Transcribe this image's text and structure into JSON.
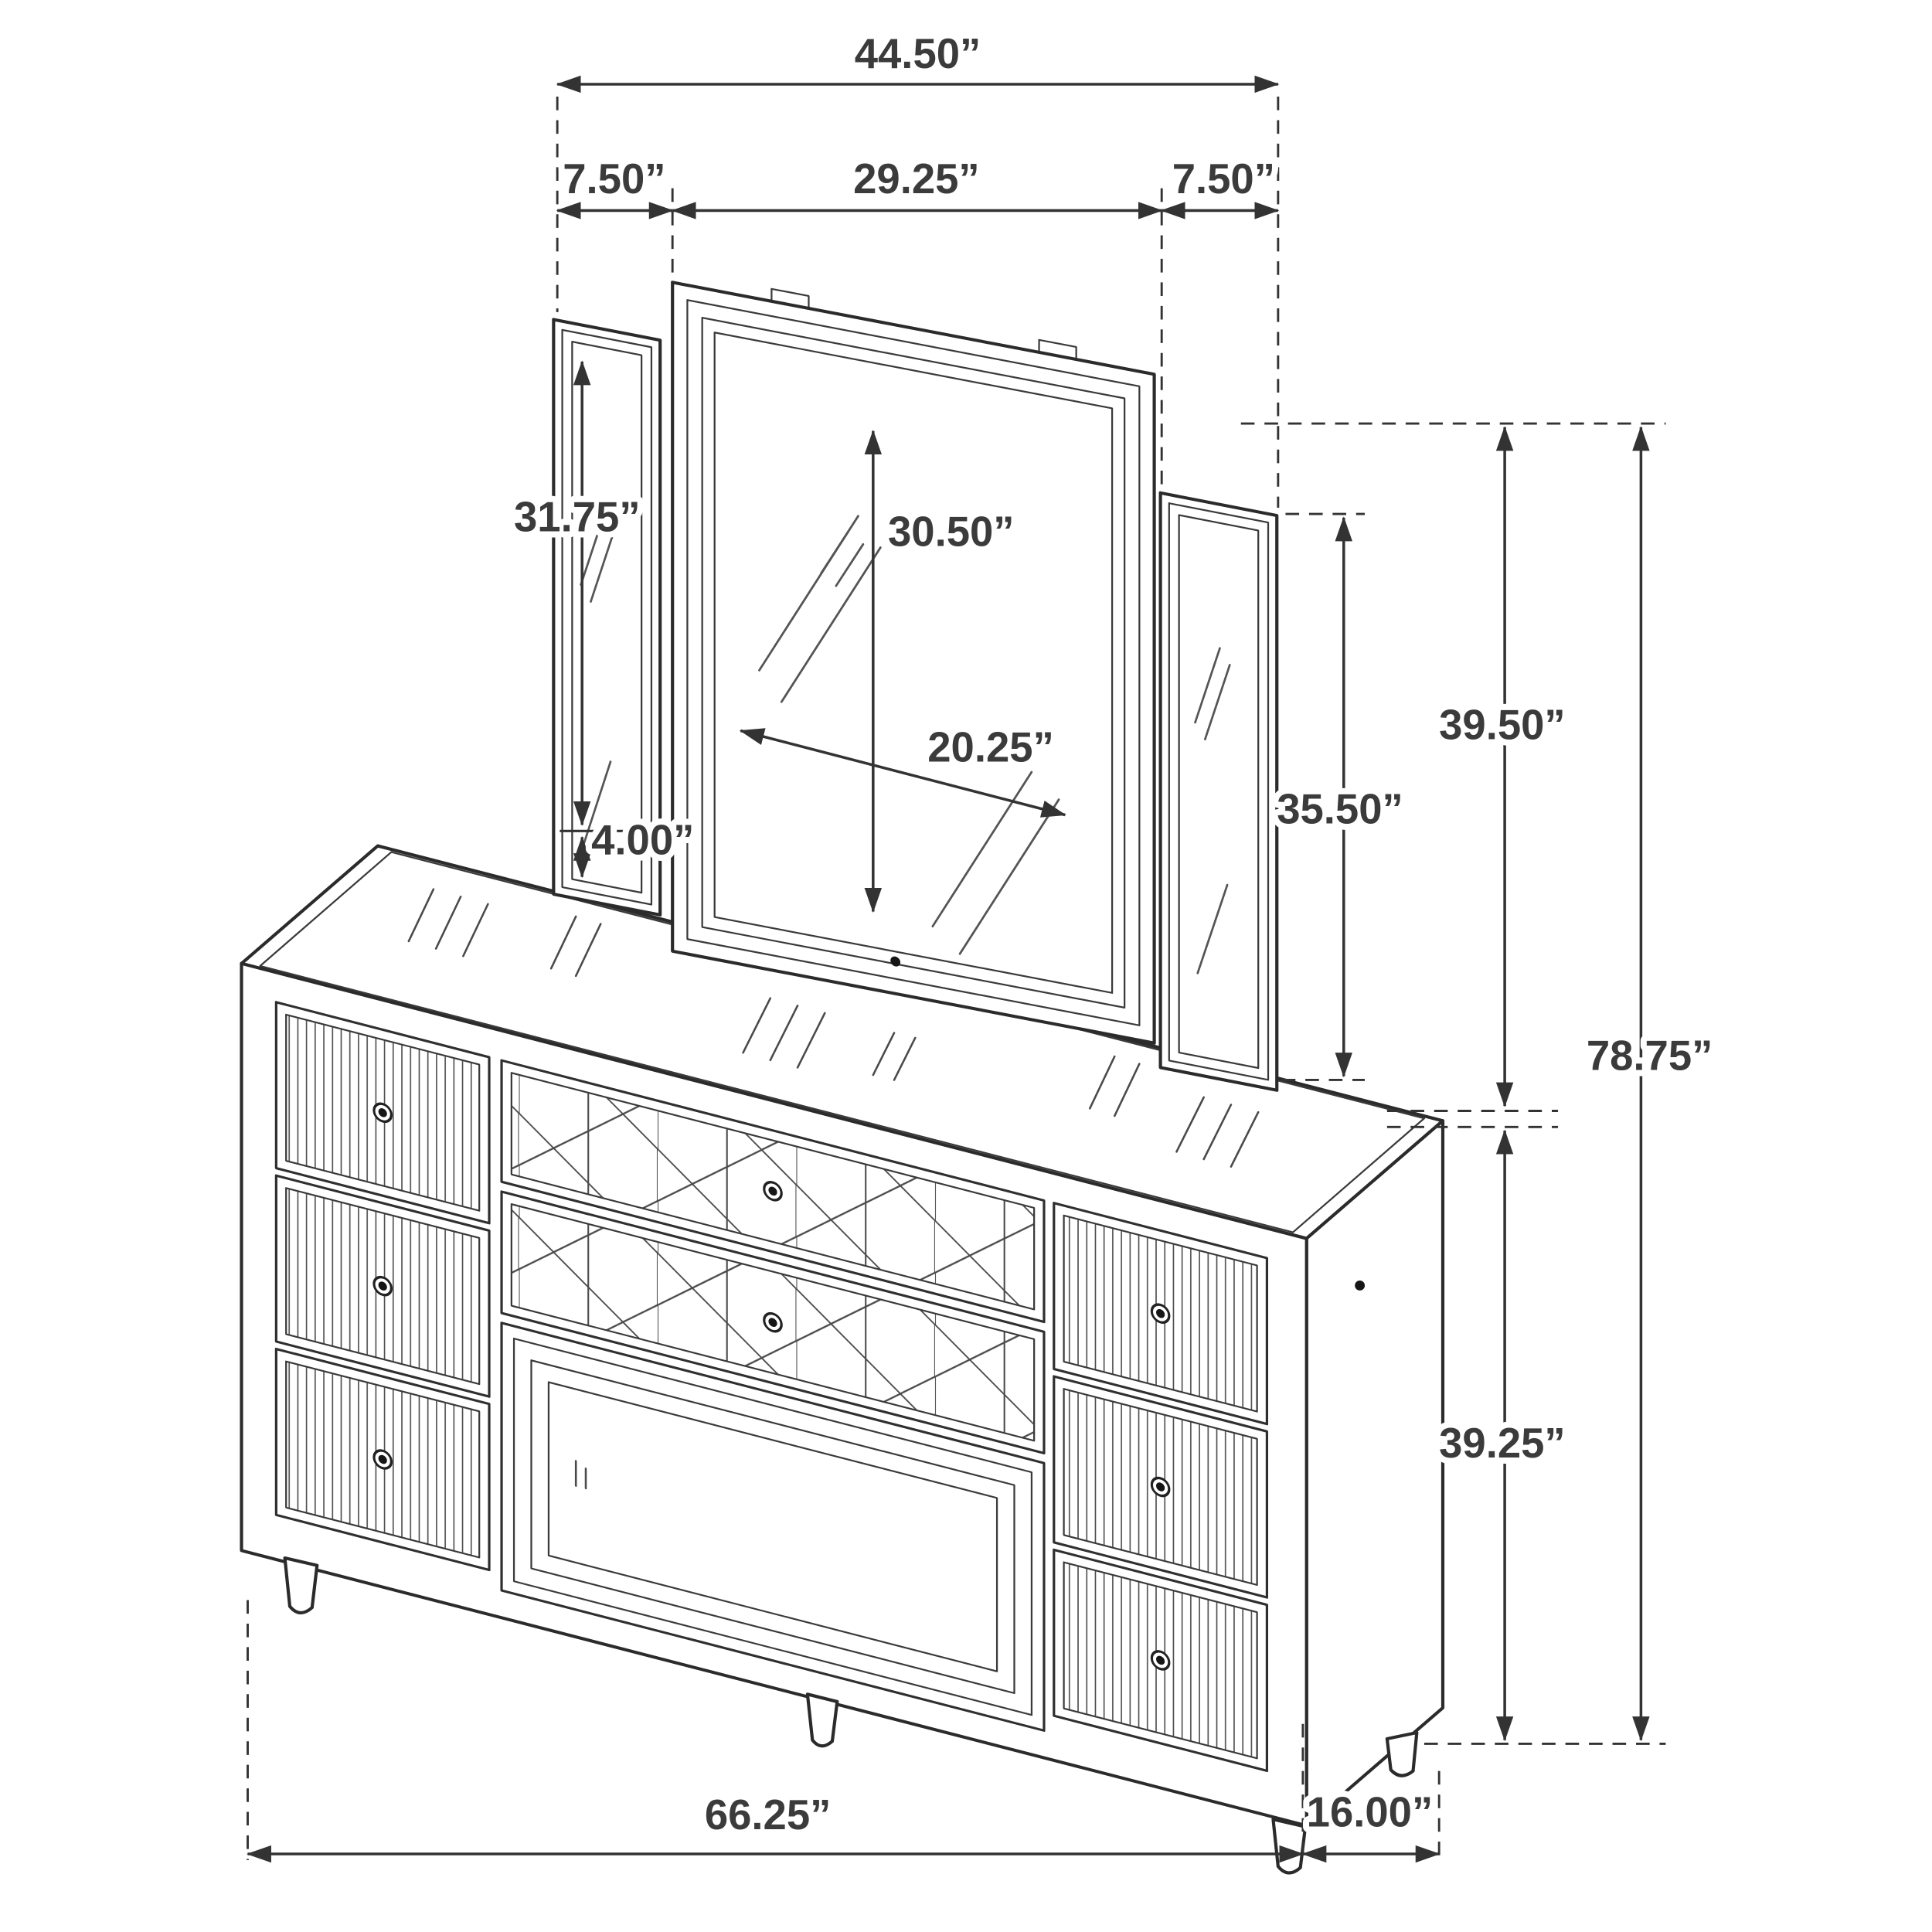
{
  "diagram": {
    "type": "furniture-dimension-diagram",
    "subject": "dresser-with-trifold-mirror",
    "colors": {
      "line": "#2b2b2b",
      "label": "#3b3b3b",
      "background": "#ffffff"
    },
    "dims": {
      "mirror_overall_width": "44.50”",
      "left_panel_width": "7.50”",
      "center_mirror_width": "29.25”",
      "right_panel_width": "7.50”",
      "left_panel_height": "31.75”",
      "center_mirror_glass_height": "30.50”",
      "center_mirror_glass_width": "20.25”",
      "panel_bottom_gap": "4.00”",
      "right_panel_height": "35.50”",
      "mirror_height": "39.50”",
      "overall_height": "78.75”",
      "dresser_height": "39.25”",
      "dresser_width": "66.25”",
      "dresser_depth": "16.00”"
    }
  }
}
